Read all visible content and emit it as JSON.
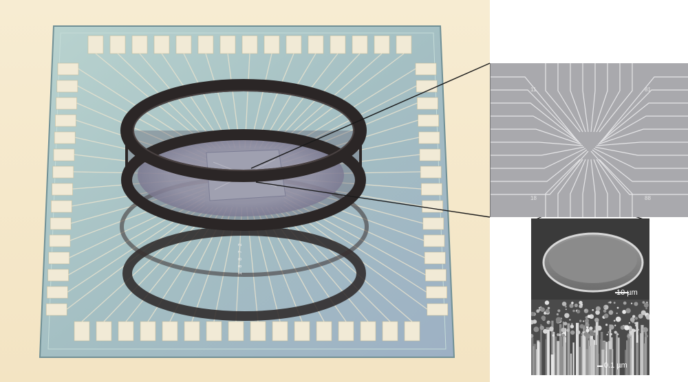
{
  "image": {
    "subject": "microelectrode-array-chip-with-culture-ring",
    "colors": {
      "background": "#f3e4c3",
      "chip_glass": "#a9c5c0",
      "contact_pad": "#f1ead6",
      "ring": "#2b2626",
      "sem_gray": "#a9a9ad"
    }
  },
  "chip": {
    "id_text": "1 8 8 7 2"
  },
  "sem_overview": {
    "electrode_labels": [
      "11",
      "81",
      "18",
      "88"
    ]
  },
  "sem_detail": {
    "top_scale": "10 µm",
    "bottom_scale": "0.1 µm"
  }
}
